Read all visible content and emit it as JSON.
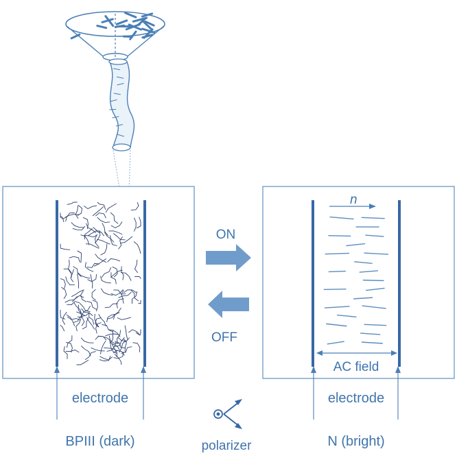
{
  "labels": {
    "on": "ON",
    "off": "OFF",
    "director": "n",
    "ac_field": "AC field",
    "electrode_left": "electrode",
    "electrode_right": "electrode",
    "state_left": "BPIII (dark)",
    "state_right": "N (bright)",
    "polarizer": "polarizer"
  },
  "colors": {
    "stroke": "#4a7fb6",
    "line": "#5a8cc0",
    "electrode": "#3768a6",
    "panel_border": "#7ea6cc",
    "arrow_fill": "#6f9ccb",
    "text": "#3f74ad",
    "tangle": "#2c3f6e"
  }
}
